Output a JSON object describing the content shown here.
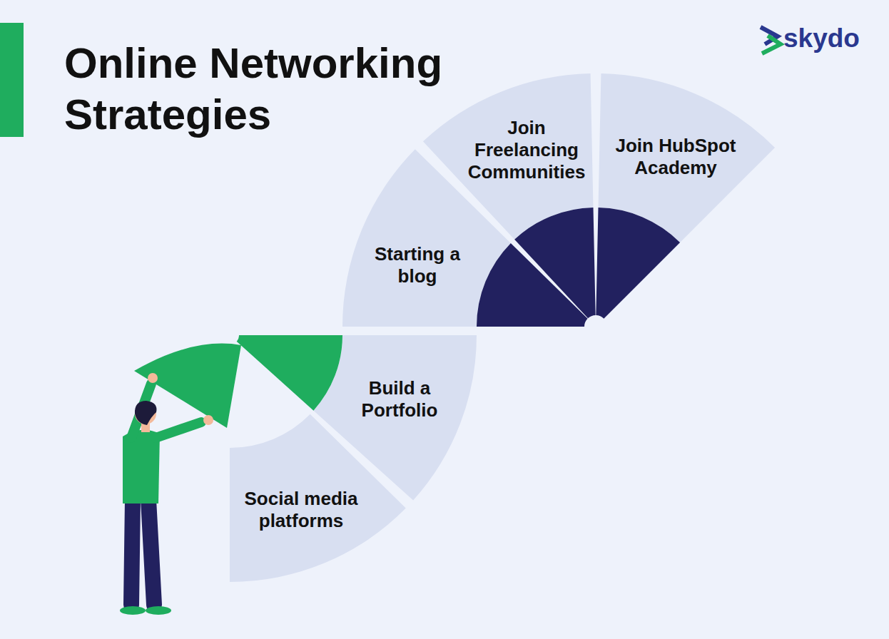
{
  "diagram": {
    "title": "Online Networking Strategies",
    "nodes": [
      {
        "text": [
          "Social media platforms"
        ]
      },
      {
        "text": [
          "Build a Portfolio"
        ]
      },
      {
        "text": [
          "Starting a blog"
        ]
      },
      {
        "text": [
          "Join Freelancing Communities"
        ]
      },
      {
        "text": [
          "Join HubSpot Academy"
        ]
      }
    ],
    "labels": [
      "skydo"
    ]
  }
}
